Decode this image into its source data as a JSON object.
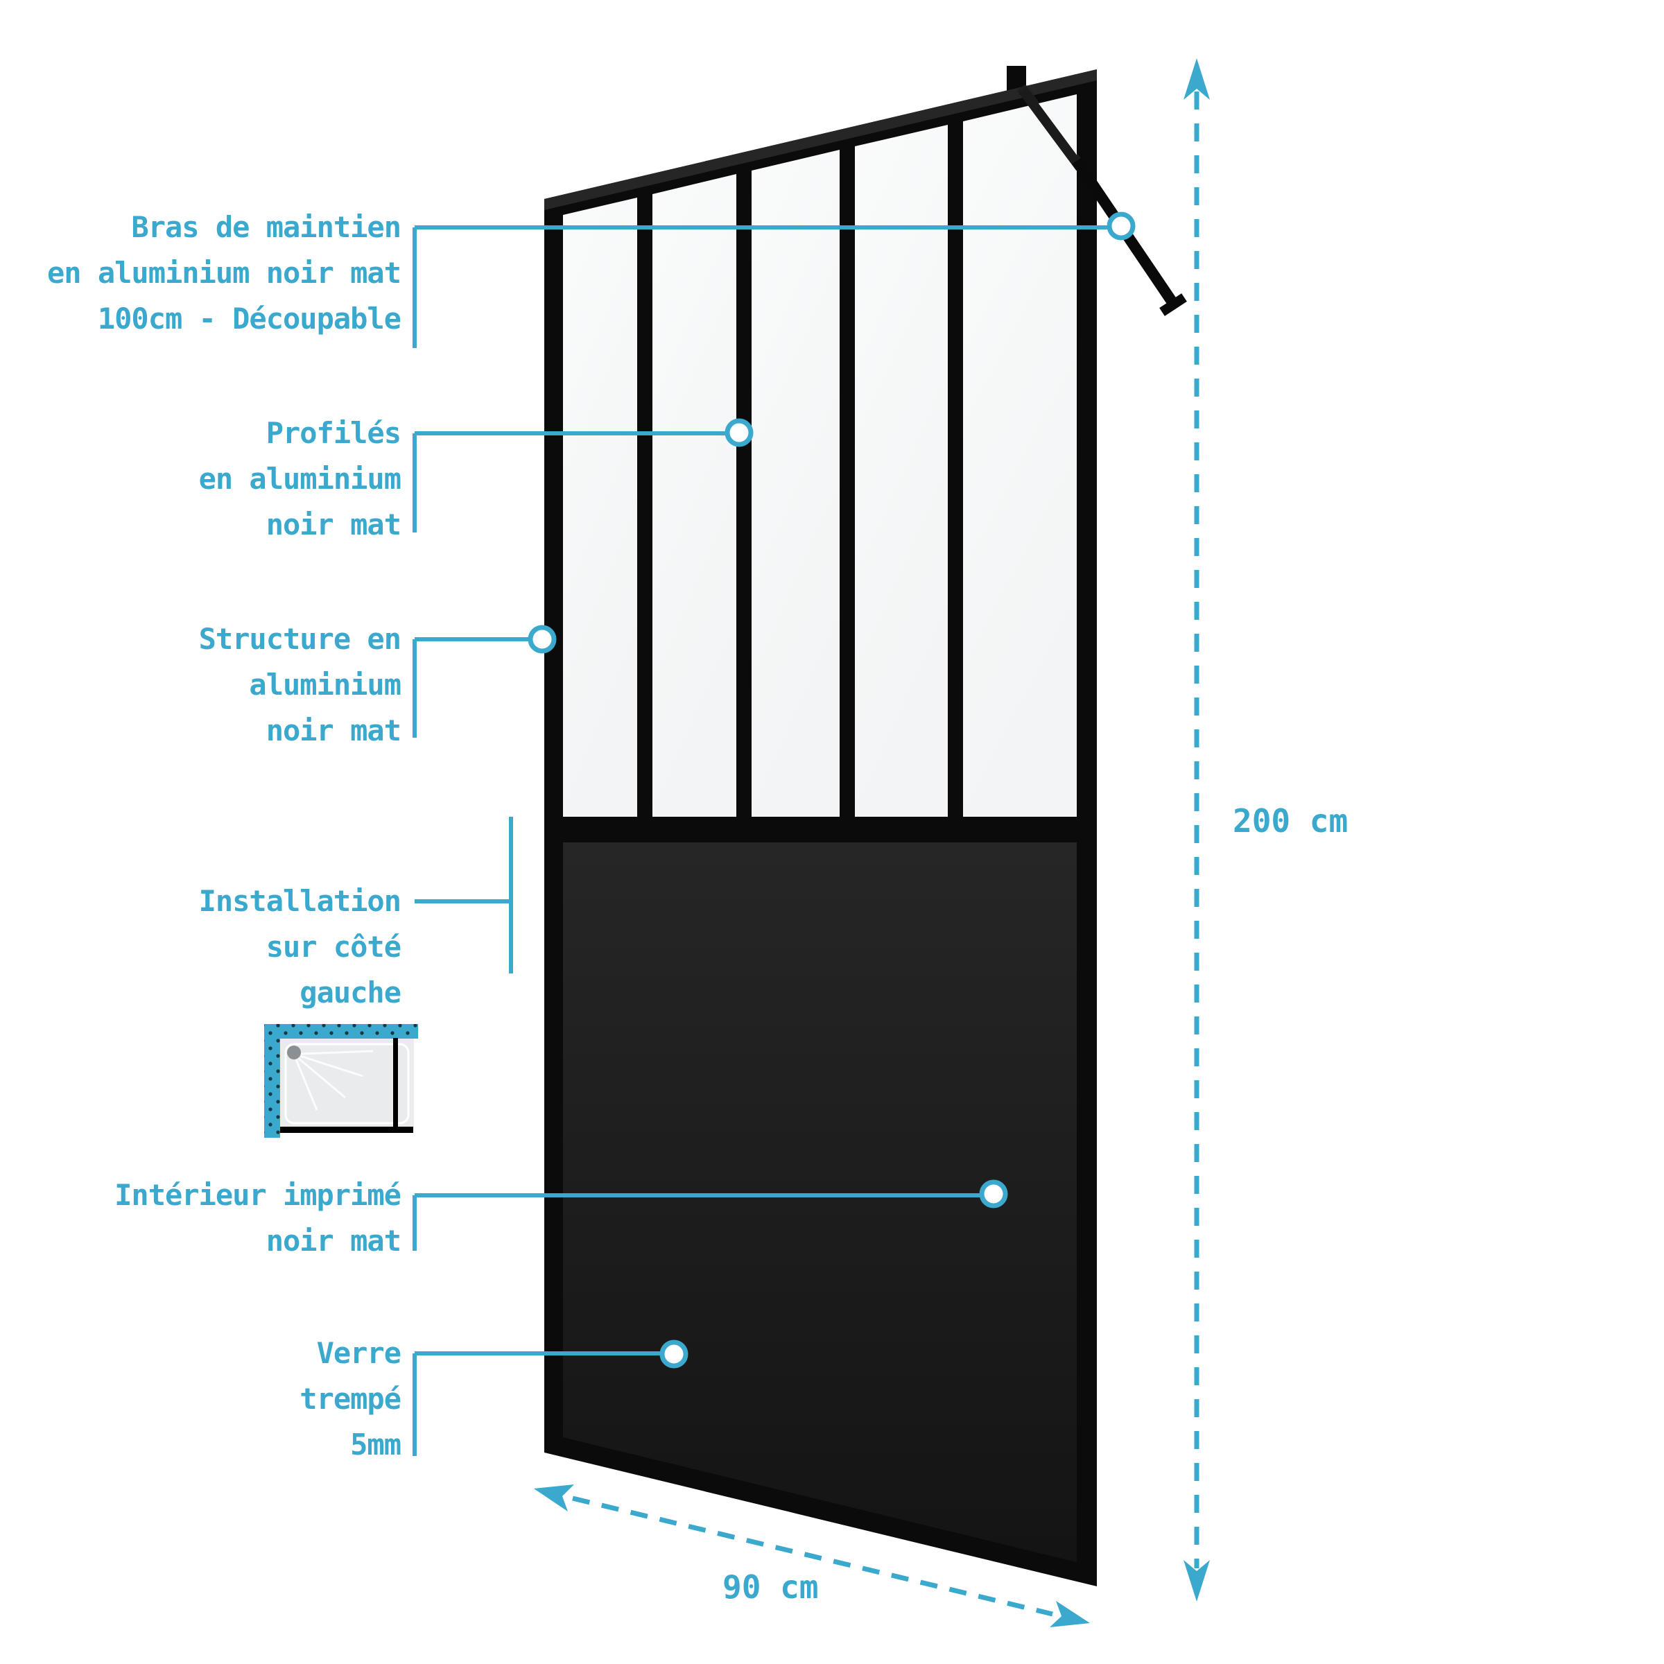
{
  "colors": {
    "accent": "#3aa9cd",
    "frame_black": "#0b0b0b",
    "glass_tint": "#f6f7f8",
    "printed_glass": "#1d1d1d",
    "wall_blue": "#3aa9cd",
    "tray_gray": "#e9ebed"
  },
  "annotations": [
    {
      "id": "bras",
      "lines": [
        "Bras de maintien",
        "en aluminium noir mat",
        "100cm - Découpable"
      ]
    },
    {
      "id": "profiles",
      "lines": [
        "Profilés",
        "en aluminium",
        "noir mat"
      ]
    },
    {
      "id": "structure",
      "lines": [
        "Structure en",
        "aluminium",
        "noir mat"
      ]
    },
    {
      "id": "installation",
      "lines": [
        "Installation",
        "sur côté",
        "gauche"
      ]
    },
    {
      "id": "interieur",
      "lines": [
        "Intérieur imprimé",
        "noir mat"
      ]
    },
    {
      "id": "verre",
      "lines": [
        "Verre",
        "trempé",
        "5mm"
      ]
    }
  ],
  "dimensions": {
    "height_label": "200 cm",
    "width_label": "90 cm"
  }
}
